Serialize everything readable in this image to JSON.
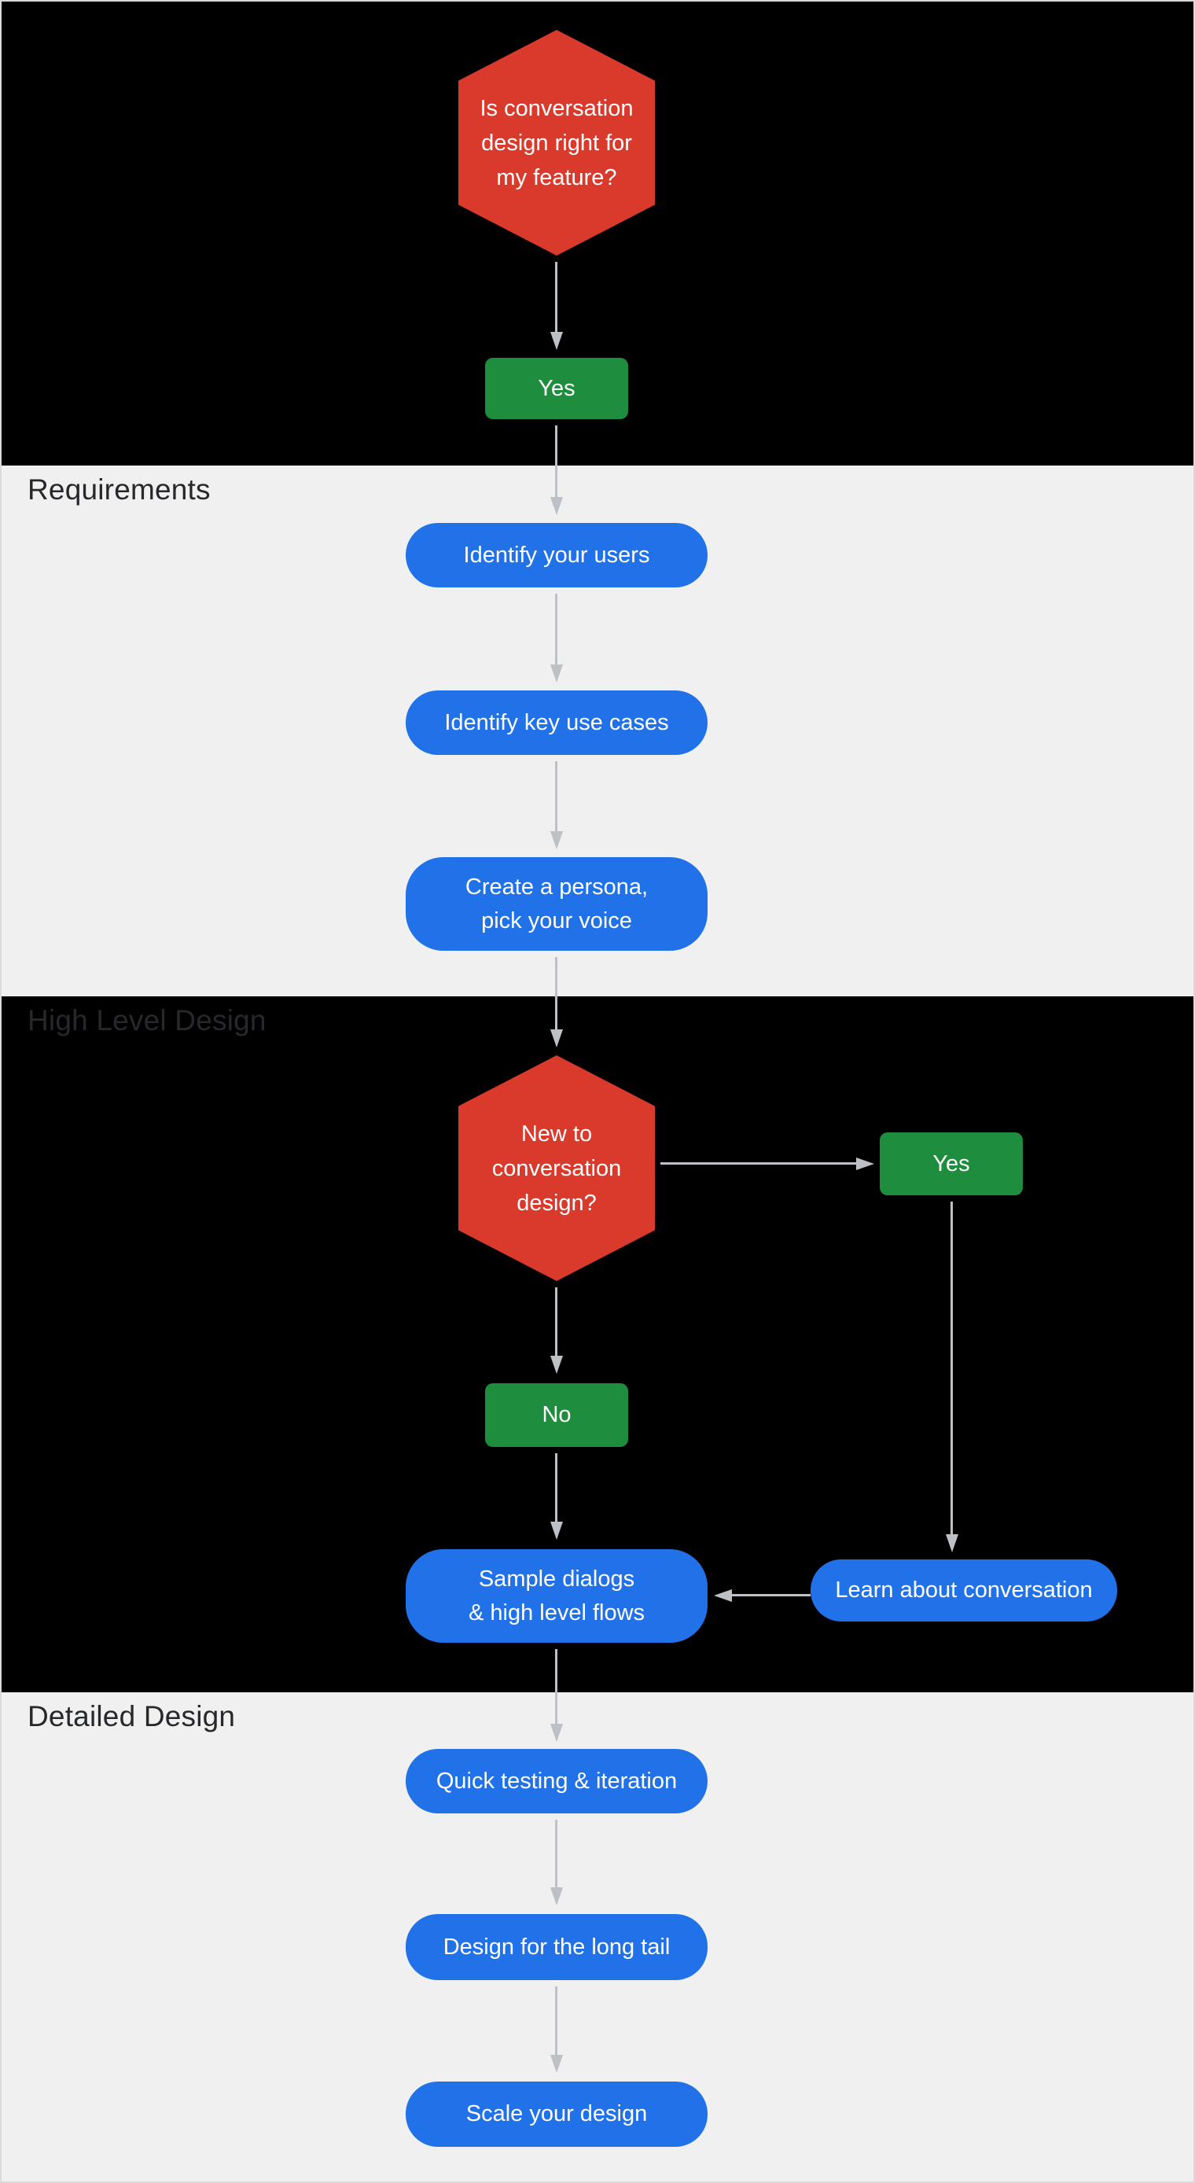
{
  "colors": {
    "red": "#d93a2b",
    "green": "#1e8e3e",
    "blue": "#2172e8",
    "arrow": "#bdc0c4",
    "section_light": "#f0f0f0",
    "section_dark": "#000000",
    "label_dark": "#26282b",
    "label_on_dark": "#26282b",
    "node_text": "#ffffff",
    "frame_border": "#d8dbde"
  },
  "sections": {
    "requirements": {
      "label": "Requirements"
    },
    "high_level_design": {
      "label": "High Level Design"
    },
    "detailed_design": {
      "label": "Detailed Design"
    }
  },
  "nodes": {
    "q_fit": {
      "line1": "Is conversation",
      "line2": "design right for",
      "line3": "my feature?"
    },
    "yes1": {
      "label": "Yes"
    },
    "identify_users": {
      "label": "Identify your users"
    },
    "identify_use_cases": {
      "label": "Identify key use cases"
    },
    "persona": {
      "line1": "Create a persona,",
      "line2": "pick your voice"
    },
    "q_new": {
      "line1": "New to",
      "line2": "conversation",
      "line3": "design?"
    },
    "yes2": {
      "label": "Yes"
    },
    "no": {
      "label": "No"
    },
    "sample_dialogs": {
      "line1": "Sample dialogs",
      "line2": "& high level flows"
    },
    "learn": {
      "label": "Learn about conversation"
    },
    "quick_testing": {
      "label": "Quick testing & iteration"
    },
    "long_tail": {
      "label": "Design for the long tail"
    },
    "scale": {
      "label": "Scale your design"
    }
  }
}
